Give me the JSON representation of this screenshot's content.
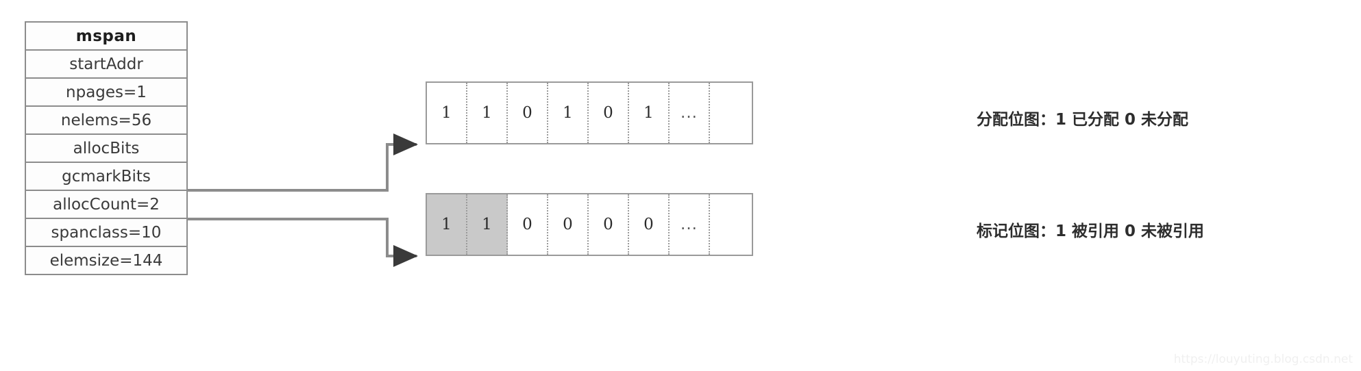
{
  "struct": {
    "title": "mspan",
    "fields": [
      {
        "label": "startAddr"
      },
      {
        "label": "npages=1"
      },
      {
        "label": "nelems=56"
      },
      {
        "label": "allocBits"
      },
      {
        "label": "gcmarkBits"
      },
      {
        "label": "allocCount=2"
      },
      {
        "label": "spanclass=10"
      },
      {
        "label": "elemsize=144"
      }
    ]
  },
  "bitmaps": [
    {
      "id": "alloc",
      "source_field": "allocBits",
      "cells": [
        {
          "value": "1",
          "shaded": false
        },
        {
          "value": "1",
          "shaded": false
        },
        {
          "value": "0",
          "shaded": false
        },
        {
          "value": "1",
          "shaded": false
        },
        {
          "value": "0",
          "shaded": false
        },
        {
          "value": "1",
          "shaded": false
        },
        {
          "value": "...",
          "shaded": false
        },
        {
          "value": "",
          "shaded": false
        }
      ],
      "annotation": "分配位图：1 已分配  0 未分配"
    },
    {
      "id": "gcmark",
      "source_field": "gcmarkBits",
      "cells": [
        {
          "value": "1",
          "shaded": true
        },
        {
          "value": "1",
          "shaded": true
        },
        {
          "value": "0",
          "shaded": false
        },
        {
          "value": "0",
          "shaded": false
        },
        {
          "value": "0",
          "shaded": false
        },
        {
          "value": "0",
          "shaded": false
        },
        {
          "value": "...",
          "shaded": false
        },
        {
          "value": "",
          "shaded": false
        }
      ],
      "annotation": "标记位图：1 被引用  0 未被引用"
    }
  ],
  "watermark": "https://louyuting.blog.csdn.net",
  "colors": {
    "border": "#8c8c8c",
    "bitmap_border": "#9a9a9a",
    "shaded_cell": "#c9c9c9",
    "connector": "#8c8c8c",
    "text": "#2d2d2d"
  }
}
